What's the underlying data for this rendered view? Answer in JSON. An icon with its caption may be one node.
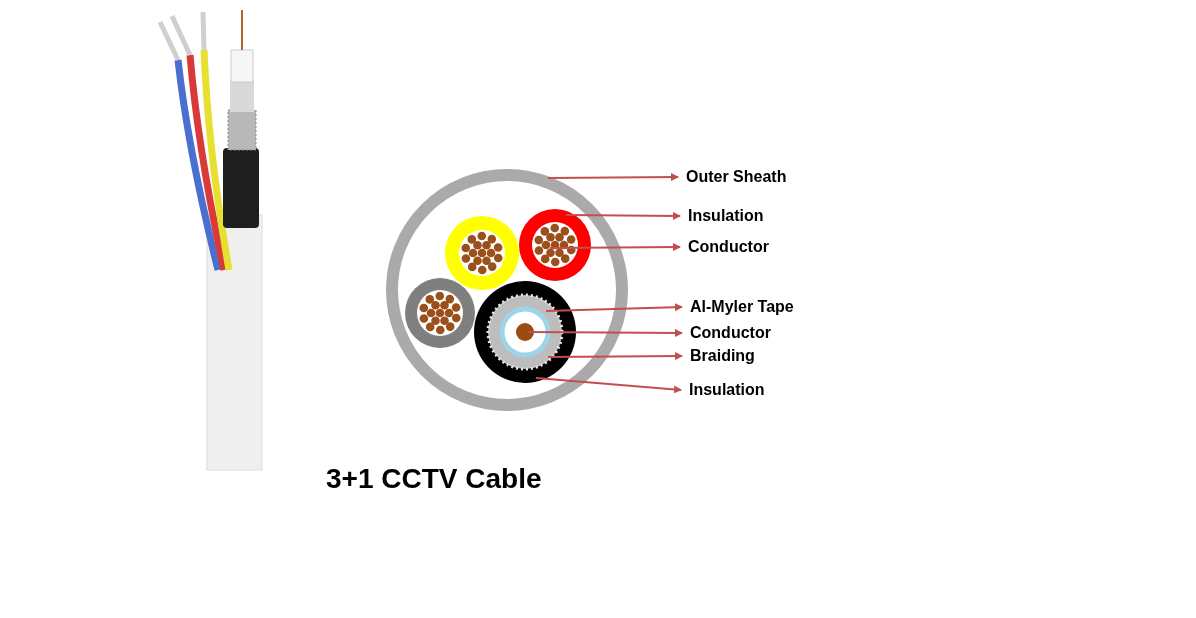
{
  "diagram": {
    "title": "3+1 CCTV Cable",
    "nodes": [
      {
        "text": [
          "Outer Sheath"
        ]
      },
      {
        "text": [
          "Insulation"
        ]
      },
      {
        "text": [
          "Conductor"
        ]
      },
      {
        "text": [
          "Al-Myler Tape"
        ]
      },
      {
        "text": [
          "Conductor"
        ]
      },
      {
        "text": [
          "Braiding"
        ]
      },
      {
        "text": [
          "Insulation"
        ]
      },
      {
        "text": [],
        "shape": "circle"
      },
      {
        "text": [],
        "shape": "circle",
        "in": 7
      },
      {
        "text": [],
        "shape": "circle",
        "in": 8
      },
      {
        "text": [],
        "shape": "circle",
        "in": 12
      },
      {
        "text": [],
        "shape": "circle",
        "in": 10
      },
      {
        "text": [],
        "shape": "circle",
        "in": 13
      },
      {
        "text": [],
        "shape": "circle",
        "in": 7
      }
    ],
    "edges": [
      {
        "from": 7,
        "to": 0,
        "arrow": "to"
      },
      {
        "from": 8,
        "to": 1,
        "arrow": "to"
      },
      {
        "from": 9,
        "to": 2,
        "arrow": "to"
      },
      {
        "from": 10,
        "to": 3,
        "arrow": "to"
      },
      {
        "from": 11,
        "to": 4,
        "arrow": "to"
      },
      {
        "from": 12,
        "to": 5,
        "arrow": "to"
      },
      {
        "from": 13,
        "to": 6,
        "arrow": "to"
      }
    ]
  }
}
